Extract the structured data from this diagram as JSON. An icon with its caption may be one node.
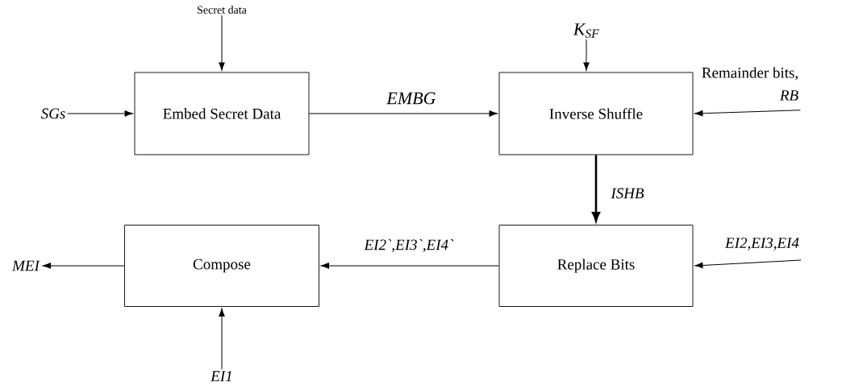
{
  "diagram": {
    "nodes": [
      {
        "text": [
          "Embed Secret Data"
        ]
      },
      {
        "text": [
          "Inverse Shuffle"
        ]
      },
      {
        "text": [
          "Replace Bits"
        ]
      },
      {
        "text": [
          "Compose"
        ]
      },
      {
        "text": [
          "Secret data"
        ]
      },
      {
        "text": [
          "SGs"
        ]
      },
      {
        "text": [
          "K$_{SF}$"
        ]
      },
      {
        "text": [
          "Remainder bits,",
          "RB"
        ]
      },
      {
        "text": [
          "EI2,EI3,EI4"
        ]
      },
      {
        "text": [
          "MEI"
        ]
      },
      {
        "text": [
          "EI1"
        ]
      }
    ],
    "edges": [
      {
        "from": 4,
        "to": 0,
        "arrow": "to"
      },
      {
        "from": 5,
        "to": 0,
        "arrow": "to"
      },
      {
        "from": 0,
        "to": 1,
        "arrow": "to",
        "label": "EMBG"
      },
      {
        "from": 6,
        "to": 1,
        "arrow": "to"
      },
      {
        "from": 7,
        "to": 1,
        "arrow": "to"
      },
      {
        "from": 1,
        "to": 2,
        "arrow": "to",
        "label": "ISHB",
        "style": "thick"
      },
      {
        "from": 8,
        "to": 2,
        "arrow": "to"
      },
      {
        "from": 2,
        "to": 3,
        "arrow": "to",
        "label": "EI2`,EI3`,EI4`"
      },
      {
        "from": 3,
        "to": 9,
        "arrow": "to"
      },
      {
        "from": 10,
        "to": 3,
        "arrow": "to"
      }
    ]
  }
}
